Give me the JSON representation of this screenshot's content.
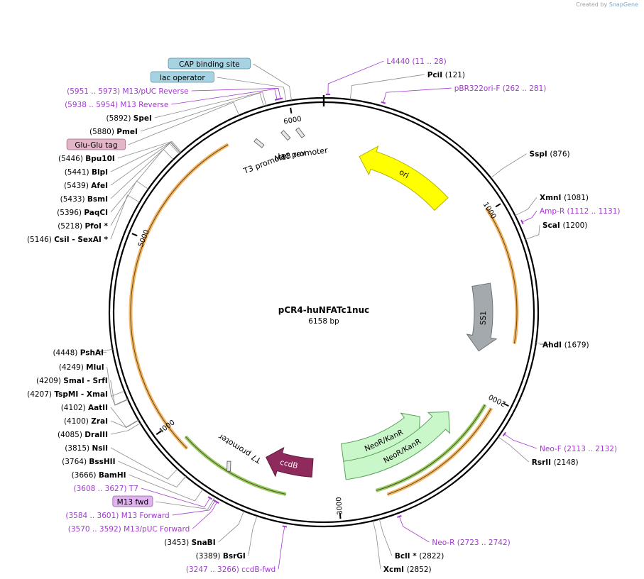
{
  "credit": {
    "prefix": "Created by",
    "brand": "SnapGene"
  },
  "plasmid": {
    "name": "pCR4-huNFATc1nuc",
    "size_label": "6158 bp",
    "length": 6158
  },
  "ticks": [
    {
      "pos": 1000,
      "label": "1000"
    },
    {
      "pos": 2000,
      "label": "2000"
    },
    {
      "pos": 3000,
      "label": "3000"
    },
    {
      "pos": 4000,
      "label": "4000"
    },
    {
      "pos": 5000,
      "label": "5000"
    },
    {
      "pos": 6000,
      "label": "6000"
    }
  ],
  "sites": [
    {
      "name": "PciI",
      "pos_label": "(121)",
      "pos": 121
    },
    {
      "name": "SspI",
      "pos_label": "(876)",
      "pos": 876
    },
    {
      "name": "XmnI",
      "pos_label": "(1081)",
      "pos": 1081
    },
    {
      "name": "ScaI",
      "pos_label": "(1200)",
      "pos": 1200
    },
    {
      "name": "AhdI",
      "pos_label": "(1679)",
      "pos": 1679
    },
    {
      "name": "RsrII",
      "pos_label": "(2148)",
      "pos": 2148
    },
    {
      "name": "BclI *",
      "pos_label": "(2822)",
      "pos": 2822
    },
    {
      "name": "XcmI",
      "pos_label": "(2852)",
      "pos": 2852
    },
    {
      "name": "BsrGI",
      "pos_label": "(3389)",
      "pos": 3389
    },
    {
      "name": "SnaBI",
      "pos_label": "(3453)",
      "pos": 3453
    },
    {
      "name": "BamHI",
      "pos_label": "(3666)",
      "pos": 3666
    },
    {
      "name": "BssHII",
      "pos_label": "(3764)",
      "pos": 3764
    },
    {
      "name": "NsiI",
      "pos_label": "(3815)",
      "pos": 3815
    },
    {
      "name": "DraIII",
      "pos_label": "(4085)",
      "pos": 4085
    },
    {
      "name": "ZraI",
      "pos_label": "(4100)",
      "pos": 4100
    },
    {
      "name": "AatII",
      "pos_label": "(4102)",
      "pos": 4102
    },
    {
      "name": "TspMI   - XmaI",
      "pos_label": "(4207)",
      "pos": 4207
    },
    {
      "name": "SmaI   - SrfI",
      "pos_label": "(4209)",
      "pos": 4209
    },
    {
      "name": "MluI",
      "pos_label": "(4249)",
      "pos": 4249
    },
    {
      "name": "PshAI",
      "pos_label": "(4448)",
      "pos": 4448
    },
    {
      "name": "CsiI   - SexAI *",
      "pos_label": "(5146)",
      "pos": 5146
    },
    {
      "name": "PfoI *",
      "pos_label": "(5218)",
      "pos": 5218
    },
    {
      "name": "PaqCI",
      "pos_label": "(5396)",
      "pos": 5396
    },
    {
      "name": "BsmI",
      "pos_label": "(5433)",
      "pos": 5433
    },
    {
      "name": "AfeI",
      "pos_label": "(5439)",
      "pos": 5439
    },
    {
      "name": "BlpI",
      "pos_label": "(5441)",
      "pos": 5441
    },
    {
      "name": "Bpu10I",
      "pos_label": "(5446)",
      "pos": 5446
    },
    {
      "name": "PmeI",
      "pos_label": "(5880)",
      "pos": 5880
    },
    {
      "name": "SpeI",
      "pos_label": "(5892)",
      "pos": 5892
    }
  ],
  "primers": [
    {
      "name": "L4440",
      "range": "(11 .. 28)",
      "pos": 19
    },
    {
      "name": "pBR322ori-F",
      "range": "(262 .. 281)",
      "pos": 271
    },
    {
      "name": "Amp-R",
      "range": "(1112 .. 1131)",
      "pos": 1121
    },
    {
      "name": "Neo-F",
      "range": "(2113 .. 2132)",
      "pos": 2122
    },
    {
      "name": "Neo-R",
      "range": "(2723 .. 2742)",
      "pos": 2732
    },
    {
      "name": "ccdB-fwd",
      "range": "(3247 .. 3266)",
      "pos": 3256
    },
    {
      "name": "M13/pUC Forward",
      "range": "(3570 .. 3592)",
      "pos": 3581
    },
    {
      "name": "M13 Forward",
      "range": "(3584 .. 3601)",
      "pos": 3592
    },
    {
      "name": "T7",
      "range": "(3608 .. 3627)",
      "pos": 3617
    },
    {
      "name": "M13 Reverse",
      "range": "(5938 .. 5954)",
      "pos": 5946
    },
    {
      "name": "M13/pUC Reverse",
      "range": "(5951 .. 5973)",
      "pos": 5962
    }
  ],
  "boxed_features": [
    {
      "name": "CAP binding site",
      "fill": "#a6d3e1",
      "stroke": "#5a8fa0",
      "pos": 6010
    },
    {
      "name": "lac operator",
      "fill": "#a6d3e1",
      "stroke": "#5a8fa0",
      "pos": 5985
    },
    {
      "name": "Glu-Glu tag",
      "fill": "#e2b5c8",
      "stroke": "#a06a82",
      "pos": 5760
    },
    {
      "name": "M13 fwd",
      "fill": "#dfb3ee",
      "stroke": "#9a5fb0",
      "pos": 3600
    }
  ],
  "features": [
    {
      "name": "ori",
      "fill": "#ffff00",
      "stroke": "#b4b400",
      "text": "#000000",
      "start": 220,
      "end": 810,
      "reverse": true
    },
    {
      "name": "SS1",
      "fill": "#a3a9ad",
      "stroke": "#6c7276",
      "text": "#000000",
      "start": 1370,
      "end": 1780,
      "reverse": false
    },
    {
      "name": "NeoR/KanR",
      "fill": "#c9f7c9",
      "stroke": "#5aa05a",
      "text": "#000000",
      "start": 2350,
      "end": 2950,
      "reverse": true,
      "inner": true
    },
    {
      "name": "NeoR/KanR",
      "fill": "#c9f7c9",
      "stroke": "#5aa05a",
      "text": "#000000",
      "start": 2200,
      "end": 2950,
      "reverse": true
    },
    {
      "name": "ccdB",
      "fill": "#8e2a5c",
      "stroke": "#5e1a3c",
      "text": "#ffffff",
      "start": 3150,
      "end": 3450,
      "reverse": true
    }
  ],
  "arcs": [
    {
      "color": "#f3a33a",
      "start": 980,
      "end": 1700
    },
    {
      "color": "#f3a33a",
      "start": 2050,
      "end": 2750
    },
    {
      "color": "#f3a33a",
      "start": 3850,
      "end": 5650
    },
    {
      "color": "#7cc23a",
      "start": 2050,
      "end": 2800
    },
    {
      "color": "#7cc23a",
      "start": 3280,
      "end": 3900
    }
  ],
  "small_features": [
    {
      "name": "T3 promoter",
      "pos": 5800
    },
    {
      "name": "M13 rev",
      "pos": 5950
    },
    {
      "name": "lac promoter",
      "pos": 6030
    },
    {
      "name": "T7 promoter",
      "pos": 3620
    }
  ],
  "colors": {
    "primer": "#a238d0",
    "backbone": "#000000",
    "leader": "#8a8a8a"
  }
}
